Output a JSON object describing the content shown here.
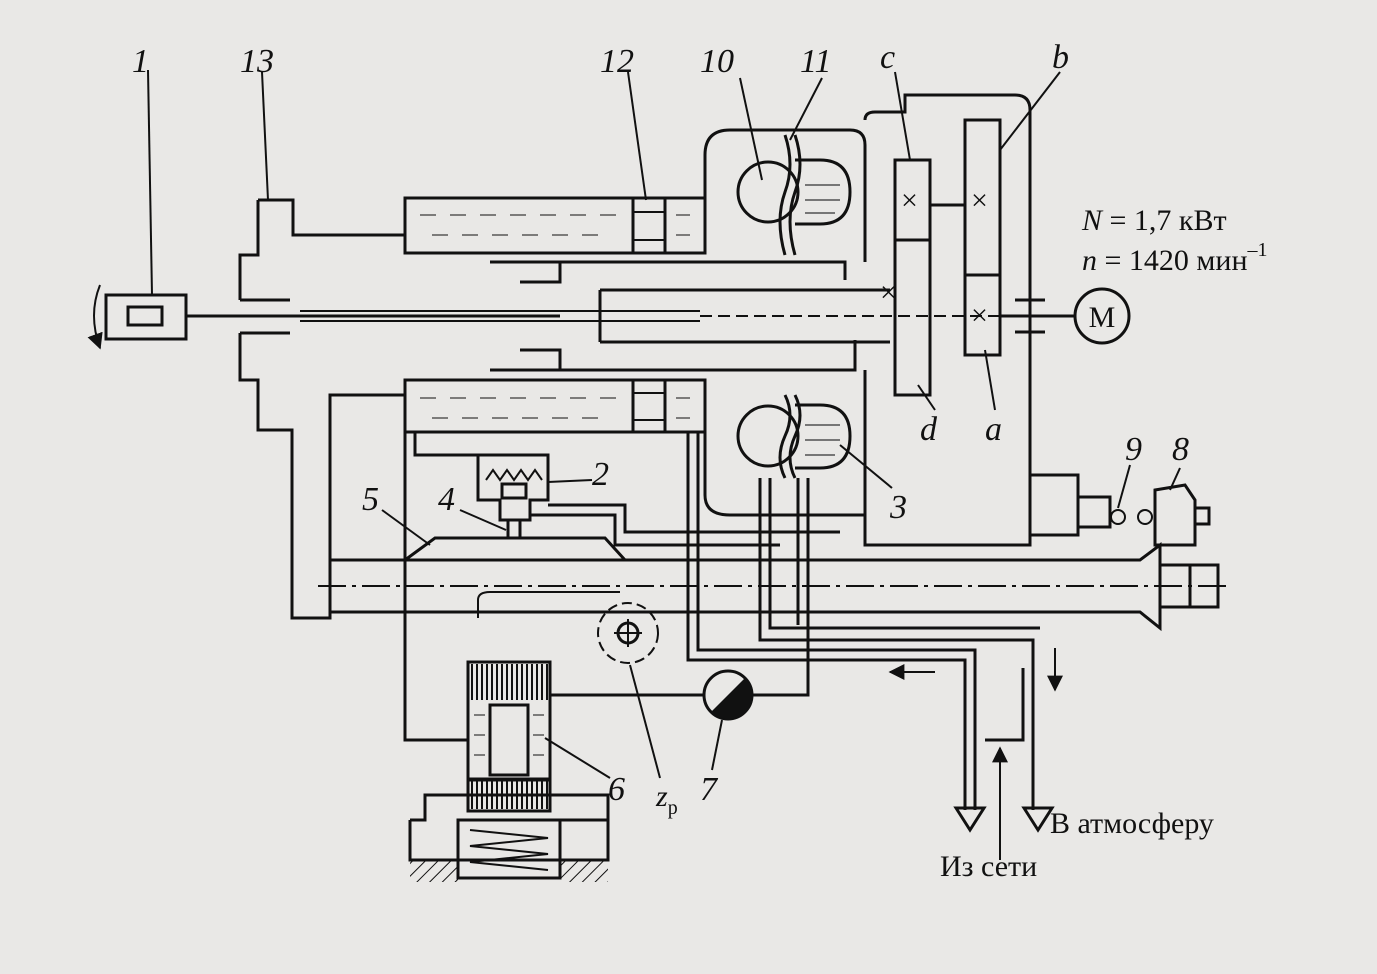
{
  "labels": {
    "l1": "1",
    "l2": "2",
    "l3": "3",
    "l4": "4",
    "l5": "5",
    "l6": "6",
    "l7": "7",
    "l8": "8",
    "l9": "9",
    "l10": "10",
    "l11": "11",
    "l12": "12",
    "l13": "13",
    "la": "a",
    "lb": "b",
    "lc": "c",
    "ld": "d"
  },
  "motor": {
    "symbol": "M"
  },
  "specs": {
    "power_var": "N",
    "power_value": " = 1,7 кВт",
    "speed_var": "n",
    "speed_value": " = 1420 мин",
    "speed_exp": "–1"
  },
  "gear": {
    "z": "z",
    "sub": "р"
  },
  "flows": {
    "to_atmosphere": "В  атмосферу",
    "from_network": "Из сети"
  },
  "colors": {
    "ink": "#111111",
    "paper": "#e9e8e6"
  }
}
